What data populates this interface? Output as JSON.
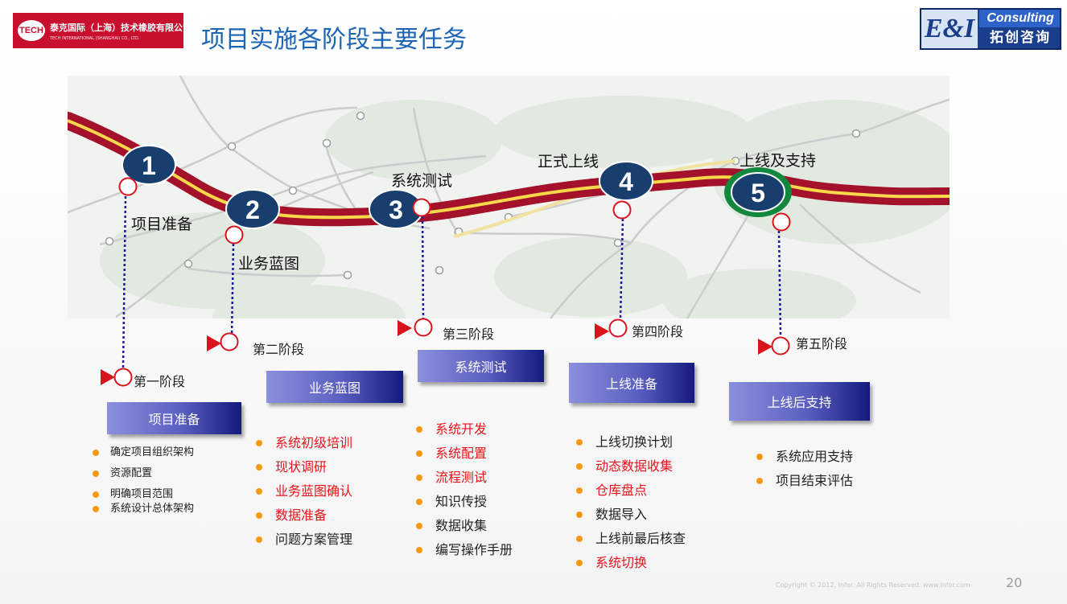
{
  "header": {
    "logo_left_mark": "TECH",
    "logo_left_cn": "泰克国际（上海）技术橡胶有限公司",
    "logo_left_en": "TECH INTERNATIONAL (SHANGHAI) CO., LTD.",
    "title": "项目实施各阶段主要任务",
    "logo_right_mark": "E&I",
    "logo_right_en": "Consulting",
    "logo_right_cn": "拓创咨询"
  },
  "milestones": [
    {
      "number": "1",
      "label": "项目准备",
      "stage_label": "第一阶段"
    },
    {
      "number": "2",
      "label": "业务蓝图",
      "stage_label": "第二阶段"
    },
    {
      "number": "3",
      "label": "系统测试",
      "stage_label": "第三阶段"
    },
    {
      "number": "4",
      "label": "正式上线",
      "stage_label": "第四阶段"
    },
    {
      "number": "5",
      "label": "上线及支持",
      "stage_label": "第五阶段"
    }
  ],
  "stages": [
    {
      "box_label": "项目准备",
      "tasks": [
        {
          "text": "确定项目组织架构",
          "color": "black"
        },
        {
          "text": "资源配置",
          "color": "black"
        },
        {
          "text": "明确项目范围",
          "color": "black"
        },
        {
          "text": "系统设计总体架构",
          "color": "black"
        }
      ]
    },
    {
      "box_label": "业务蓝图",
      "tasks": [
        {
          "text": "系统初级培训",
          "color": "red"
        },
        {
          "text": "现状调研",
          "color": "red"
        },
        {
          "text": "业务蓝图确认",
          "color": "red"
        },
        {
          "text": "数据准备",
          "color": "red"
        },
        {
          "text": "问题方案管理",
          "color": "black"
        }
      ]
    },
    {
      "box_label": "系统测试",
      "tasks": [
        {
          "text": "系统开发",
          "color": "red"
        },
        {
          "text": "系统配置",
          "color": "red"
        },
        {
          "text": "流程测试",
          "color": "red"
        },
        {
          "text": "知识传授",
          "color": "black"
        },
        {
          "text": "数据收集",
          "color": "black"
        },
        {
          "text": "编写操作手册",
          "color": "black"
        }
      ]
    },
    {
      "box_label": "上线准备",
      "tasks": [
        {
          "text": "上线切换计划",
          "color": "black"
        },
        {
          "text": "动态数据收集",
          "color": "red"
        },
        {
          "text": "仓库盘点",
          "color": "red"
        },
        {
          "text": "数据导入",
          "color": "black"
        },
        {
          "text": "上线前最后核查",
          "color": "black"
        },
        {
          "text": "系统切换",
          "color": "red"
        }
      ]
    },
    {
      "box_label": "上线后支持",
      "tasks": [
        {
          "text": "系统应用支持",
          "color": "black"
        },
        {
          "text": "项目结束评估",
          "color": "black"
        }
      ]
    }
  ],
  "colors": {
    "title": "#1c64b4",
    "red_task": "#e8141c",
    "bullet": "#f39a12",
    "milestone_blue": "#183e6e",
    "milestone_green_ring": "#12883e",
    "road_red": "#a3122a",
    "road_yellow": "#f6d84a",
    "connector": "#1a1a9a",
    "marker_red": "#d8141c"
  },
  "footer": {
    "copyright": "Copyright © 2012, Infor. All Rights Reserved. www.infor.com",
    "page_number": "20"
  }
}
